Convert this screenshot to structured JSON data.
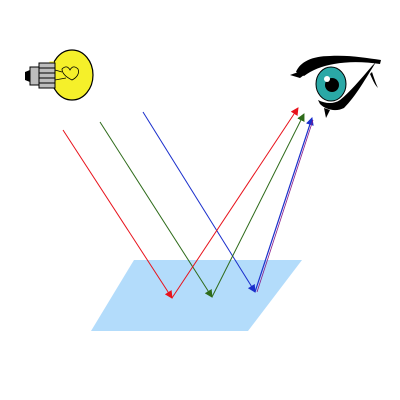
{
  "diagram": {
    "background": "#ffffff",
    "surface": {
      "fill": "#b3dcfb",
      "label": ""
    },
    "light_source": {
      "icon": "light-bulb-icon",
      "glass_color": "#f5f02a",
      "base_color": "#bdbdbd"
    },
    "observer": {
      "icon": "eye-icon",
      "iris_color": "#2aa8a6"
    },
    "rays": [
      {
        "name": "red-ray",
        "color": "#e8121b"
      },
      {
        "name": "green-ray",
        "color": "#2e6b1a"
      },
      {
        "name": "blue-ray",
        "color": "#1a2fcc"
      }
    ]
  }
}
